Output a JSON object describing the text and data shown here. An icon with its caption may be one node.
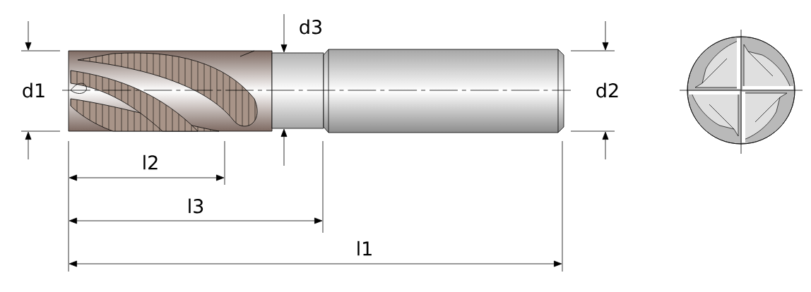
{
  "diagram": {
    "labels": [
      "d3",
      "d1",
      "d2",
      "l2",
      "l3",
      "l1"
    ]
  }
}
